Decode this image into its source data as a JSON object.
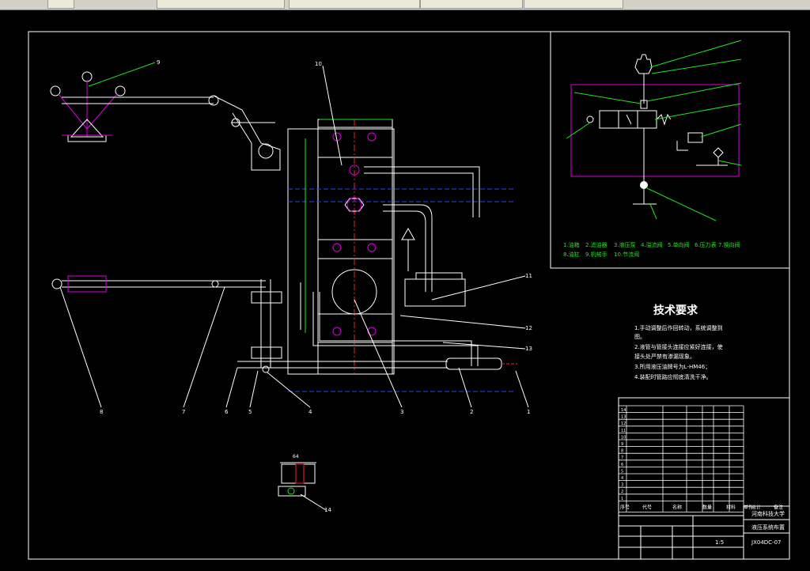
{
  "window": {
    "tabs": [
      {
        "label": ""
      },
      {
        "label": ""
      },
      {
        "label": ""
      },
      {
        "label": ""
      },
      {
        "label": ""
      }
    ]
  },
  "drawing": {
    "tech_title": "技术要求",
    "tech_lines": [
      "1.手动调整后作回转动，系统调整到",
      "图。",
      "2.液管与管接头连接应紧好连接，使",
      "接头处严禁有渗漏现象。",
      "3.所用液压油牌号为L-HM46；",
      "4.装配时管路应彻底清洗干净。"
    ],
    "hydraulic_legend_row1": [
      "1.油箱",
      "2.滤油器",
      "3.液压泵",
      "4.溢流阀",
      "5.单向阀",
      "6.压力表",
      "7.换向阀"
    ],
    "hydraulic_legend_row2": [
      "8.油缸",
      "9.机械手",
      "10.节流阀"
    ],
    "callouts": [
      "1",
      "2",
      "3",
      "4",
      "5",
      "6",
      "7",
      "8",
      "9",
      "10",
      "11",
      "12",
      "13",
      "14"
    ],
    "detail_label": "64",
    "title_block": {
      "header": [
        "序号",
        "代号",
        "名称",
        "数量",
        "材料",
        "单件",
        "总计",
        "备注"
      ],
      "row_numbers": [
        "14",
        "13",
        "12",
        "11",
        "10",
        "9",
        "8",
        "7",
        "6",
        "5",
        "4",
        "3",
        "2",
        "1"
      ],
      "school": "河南科技大学",
      "drawing_name": "液压系统布置",
      "drawing_code": "JX04DC-07",
      "scale": "1:5"
    }
  }
}
